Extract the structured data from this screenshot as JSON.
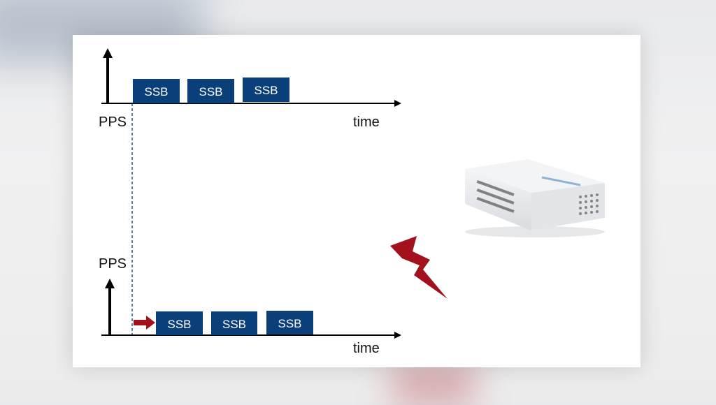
{
  "top_timeline": {
    "pps_label": "PPS",
    "time_label": "time",
    "blocks": [
      "SSB",
      "SSB",
      "SSB"
    ]
  },
  "bottom_timeline": {
    "pps_label": "PPS",
    "time_label": "time",
    "blocks": [
      "SSB",
      "SSB",
      "SSB"
    ]
  },
  "colors": {
    "ssb_block": "#0b3f7a",
    "offset_arrow": "#a3121c",
    "lightning": "#a3121c",
    "axis": "#000000"
  },
  "icons": [
    "up-arrow-icon",
    "shift-arrow-icon",
    "lightning-icon",
    "device-image"
  ]
}
